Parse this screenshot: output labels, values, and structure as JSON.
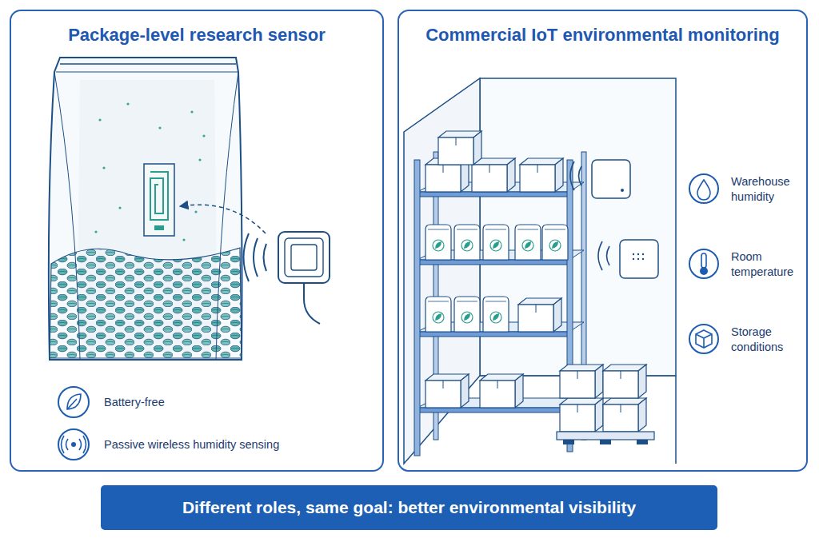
{
  "diagram": {
    "nodes": [
      {
        "text": [
          "Package-level research sensor"
        ]
      },
      {
        "text": [
          "Commercial IoT environmental monitoring"
        ]
      },
      {
        "text": [
          "Different roles, same goal: better environmental visibility"
        ]
      }
    ],
    "labels": [
      "Battery-free",
      "Passive wireless humidity sensing",
      "Warehouse humidity",
      "Room temperature",
      "Storage conditions"
    ]
  }
}
